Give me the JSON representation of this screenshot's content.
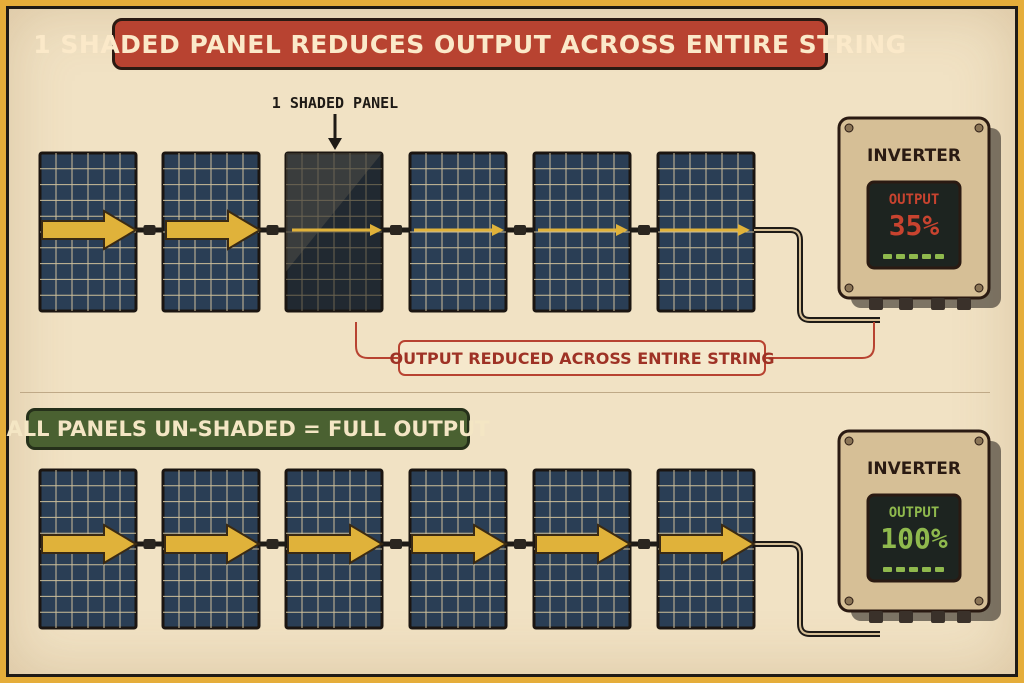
{
  "top": {
    "banner": "1 SHADED PANEL REDUCES OUTPUT ACROSS ENTIRE STRING",
    "shaded_label": "1 SHADED PANEL",
    "reduced_label": "OUTPUT REDUCED ACROSS ENTIRE STRING",
    "inverter": {
      "title": "INVERTER",
      "output_label": "OUTPUT",
      "output_value": "35%"
    }
  },
  "bottom": {
    "banner": "ALL PANELS UN-SHADED = FULL OUTPUT",
    "inverter": {
      "title": "INVERTER",
      "output_label": "OUTPUT",
      "output_value": "100%"
    }
  },
  "colors": {
    "background": "#f1e2c4",
    "red_banner": "#b84331",
    "green_banner": "#4a6131",
    "arrow": "#e0b23a",
    "panel": "#2a3e55",
    "output_reduced": "#c8432f",
    "output_full": "#8fb94d"
  },
  "icons": [
    "solar-panel-icon",
    "inverter-icon",
    "arrow-right-icon",
    "down-arrow-icon"
  ]
}
